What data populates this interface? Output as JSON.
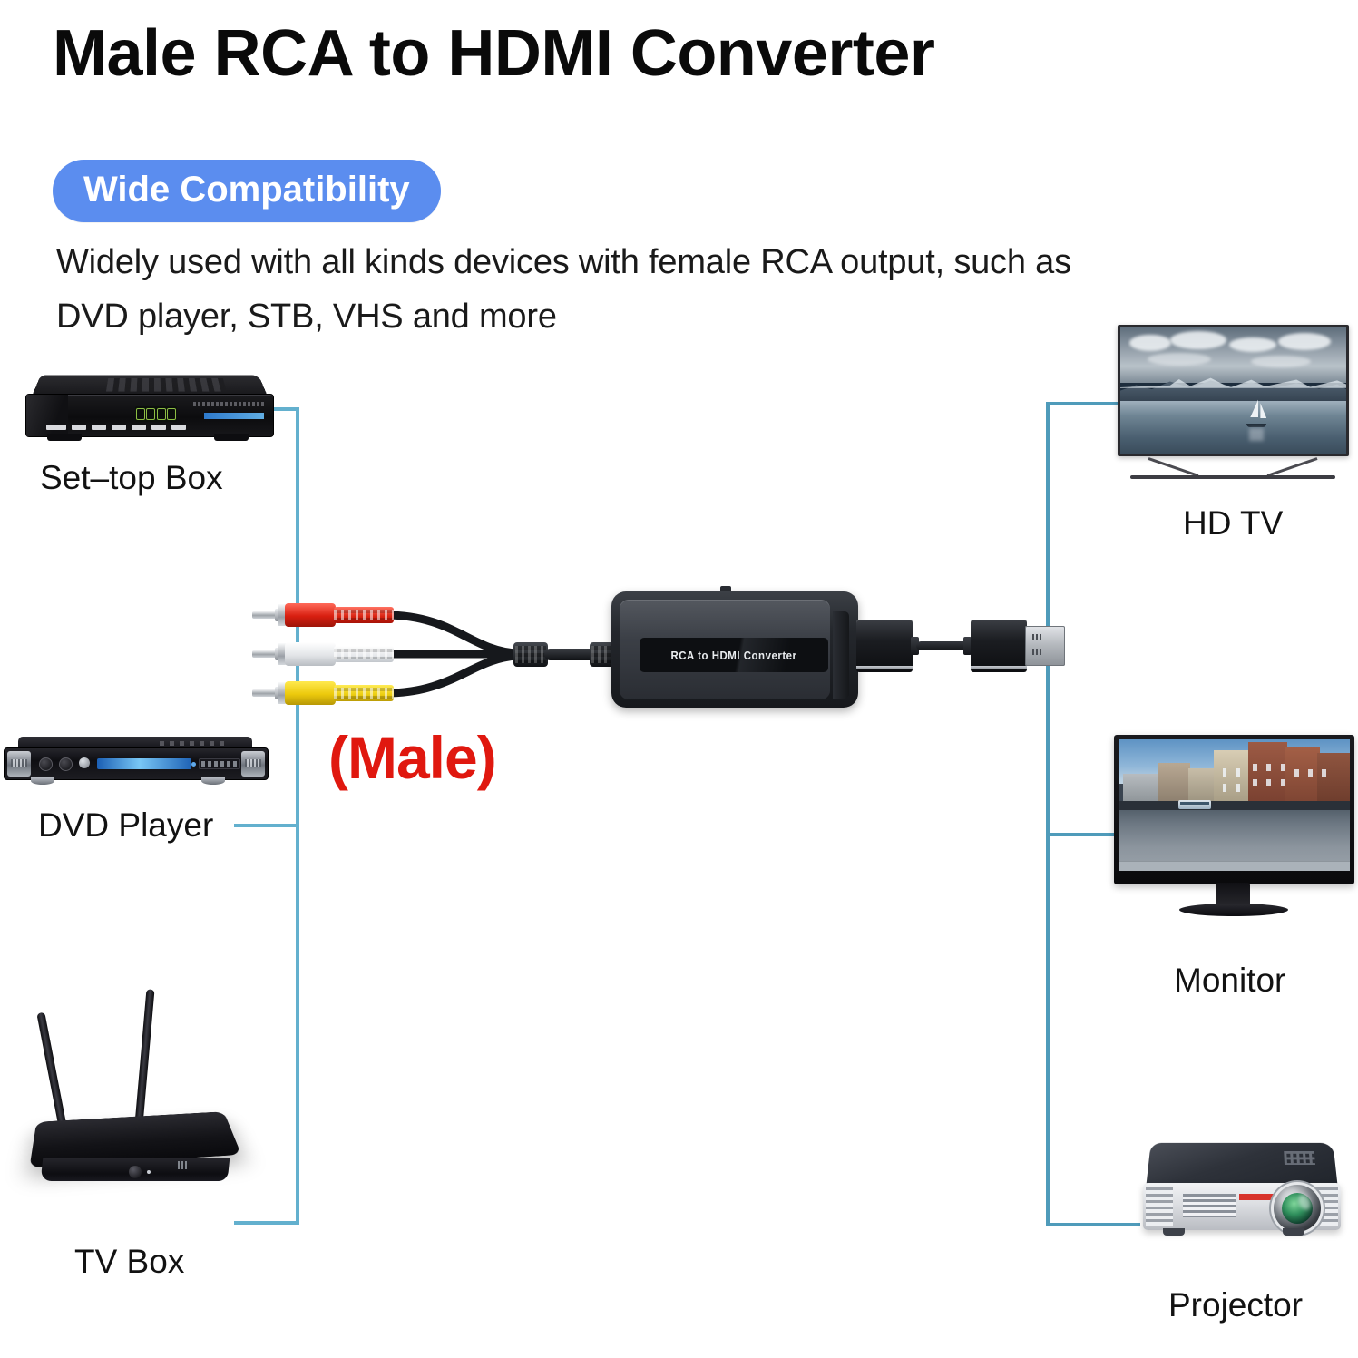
{
  "header": {
    "title": "Male RCA to HDMI Converter",
    "badge": "Wide Compatibility",
    "badge_color": "#5B8DEF",
    "description_line1": "Widely used with all kinds devices with female RCA output, such as",
    "description_line2": "DVD player, STB, VHS and more"
  },
  "diagram": {
    "connector_line_color": "#4F9BBA",
    "male_annotation": "(Male)",
    "male_annotation_color": "#E0180F",
    "converter": {
      "label": "RCA to HDMI Converter",
      "rca_plugs": [
        {
          "name": "red",
          "color": "#D81F10",
          "signal": "audio-right"
        },
        {
          "name": "white",
          "color": "#E3E5E8",
          "signal": "audio-left"
        },
        {
          "name": "yellow",
          "color": "#ECC90C",
          "signal": "composite-video"
        }
      ],
      "output": "hdmi"
    },
    "sources": [
      {
        "id": "set-top-box",
        "label": "Set–top Box"
      },
      {
        "id": "dvd-player",
        "label": "DVD Player"
      },
      {
        "id": "tv-box",
        "label": "TV Box"
      }
    ],
    "destinations": [
      {
        "id": "hd-tv",
        "label": "HD TV"
      },
      {
        "id": "monitor",
        "label": "Monitor"
      },
      {
        "id": "projector",
        "label": "Projector"
      }
    ]
  }
}
